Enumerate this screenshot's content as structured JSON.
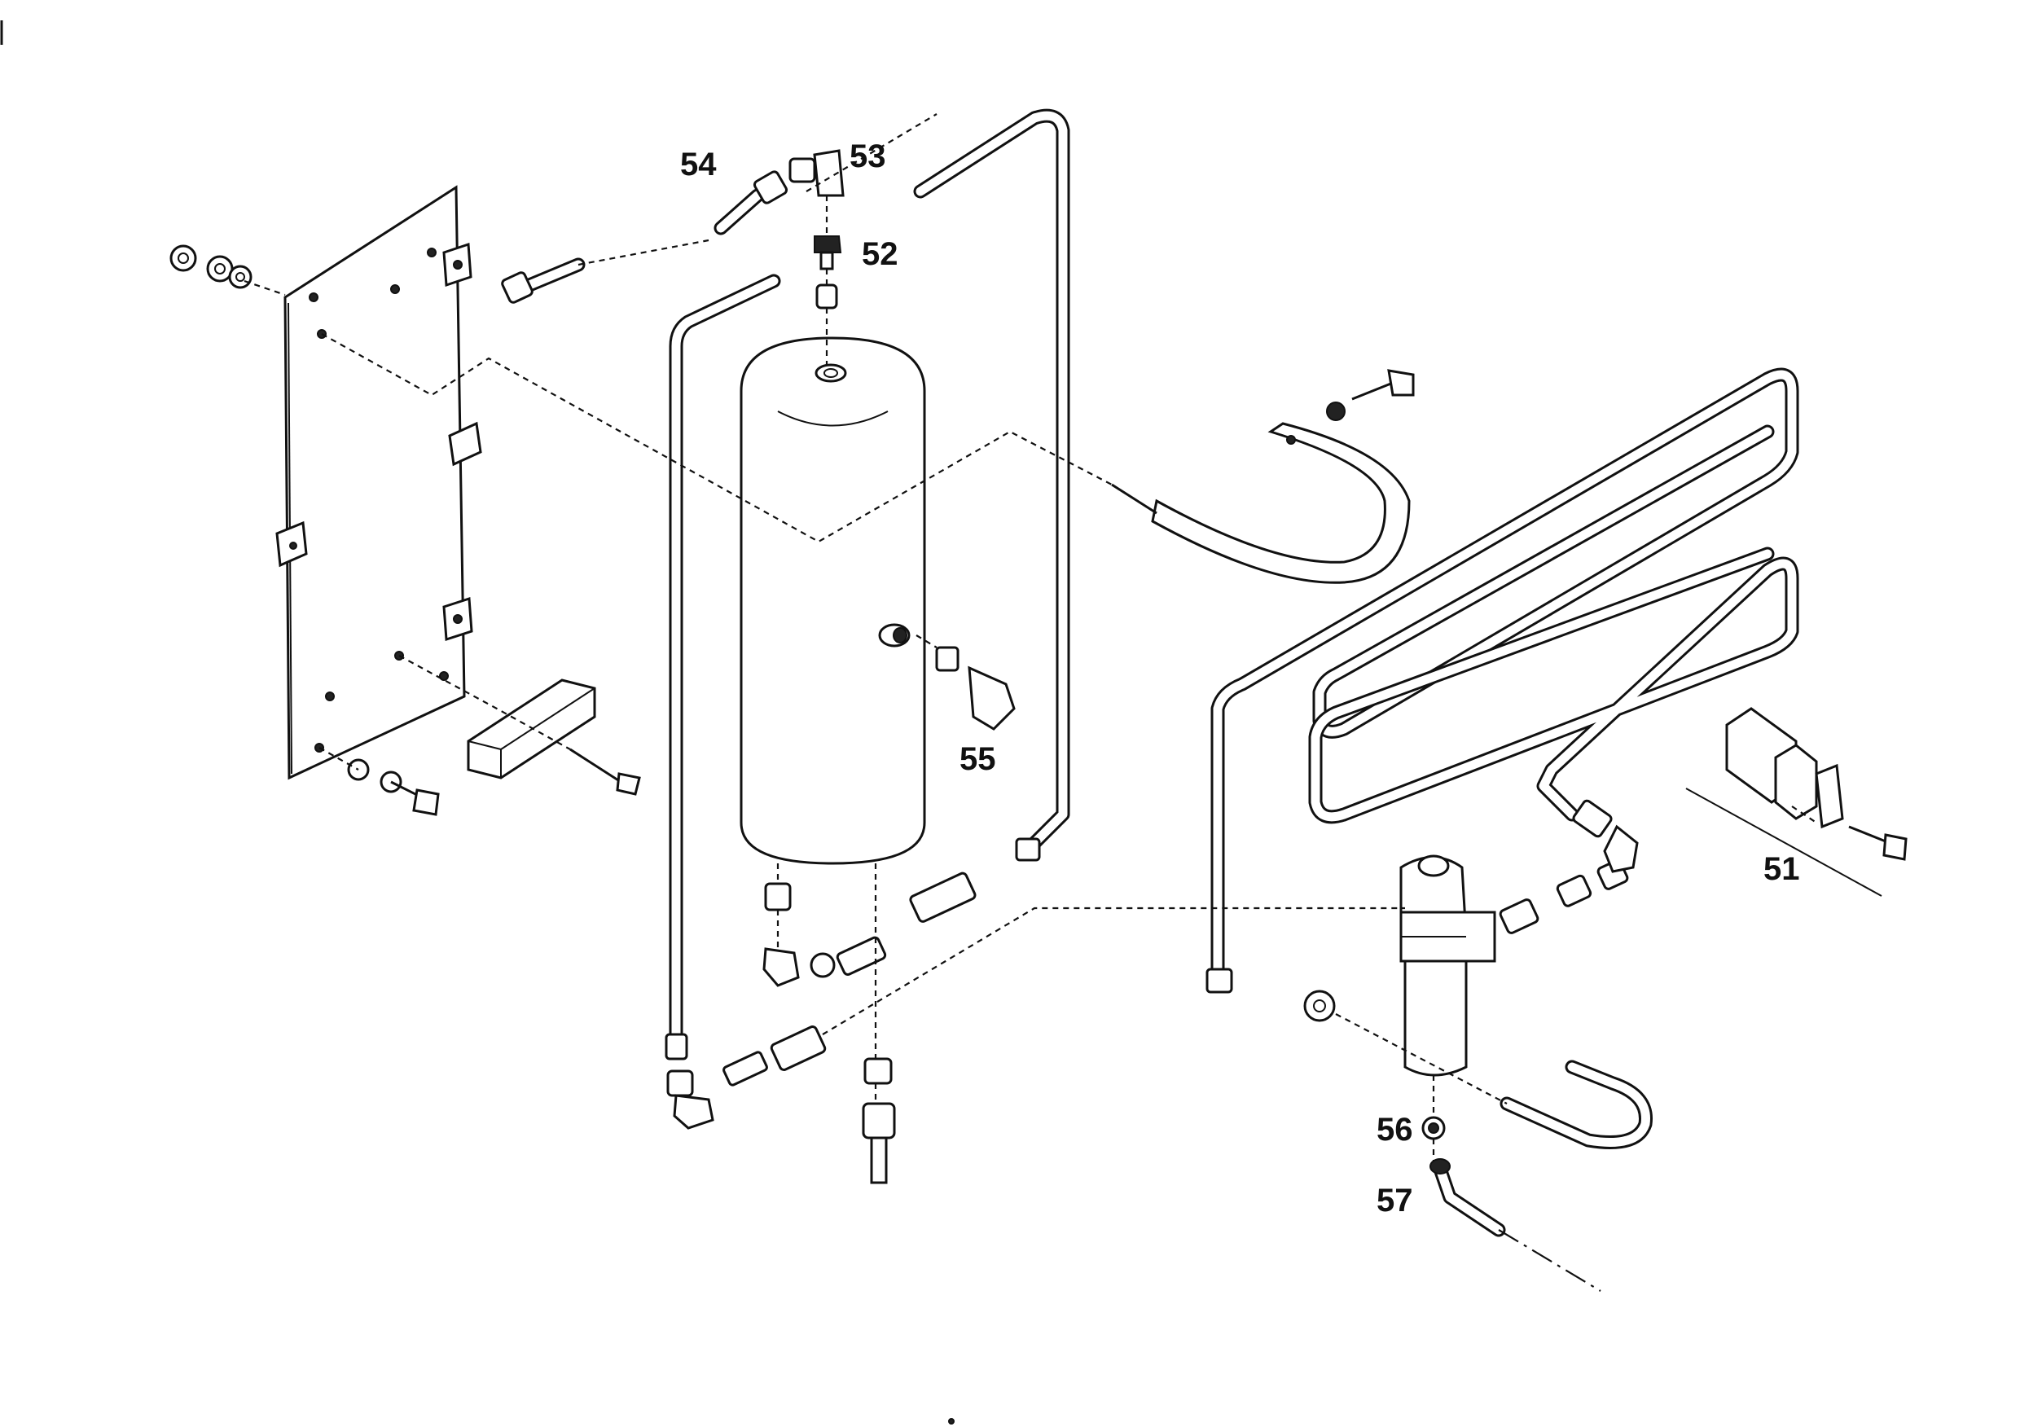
{
  "labels": {
    "p51": "51",
    "p52": "52",
    "p53": "53",
    "p54": "54",
    "p55": "55",
    "p56": "56",
    "p57": "57"
  },
  "colors": {
    "line": "#111111",
    "background": "#ffffff"
  }
}
